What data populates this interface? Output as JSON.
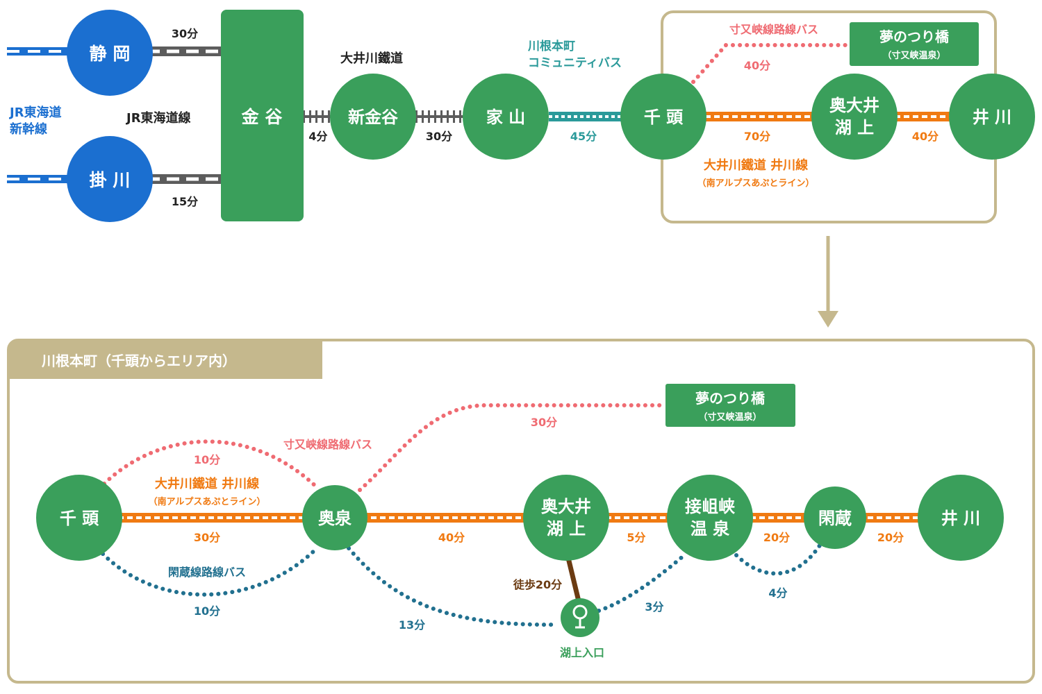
{
  "colors": {
    "green": "#3a9f5b",
    "blue": "#1b6fd0",
    "orange": "#f07a12",
    "teal_bus": "#2b9a9a",
    "pink_bus": "#ef6b72",
    "navy_bus": "#21708f",
    "rail_gray": "#5c5c5c",
    "beige": "#c5b88d",
    "walk": "#6b3b12"
  },
  "top": {
    "stations": {
      "shizuoka": "静 岡",
      "kakegawa": "掛 川",
      "kanaya": "金 谷",
      "shinkanaya": "新金谷",
      "ieyama": "家 山",
      "senzu": "千 頭",
      "okuoi_1": "奥大井",
      "okuoi_2": "湖 上",
      "ikawa": "井 川"
    },
    "lines": {
      "shinkansen_1": "JR東海道",
      "shinkansen_2": "新幹線",
      "tokaido": "JR東海道線",
      "oigawa": "大井川鐵道",
      "community_bus_1": "川根本町",
      "community_bus_2": "コミュニティバス",
      "sumata_bus": "寸又峡線路線バス",
      "ikawa_line_1": "大井川鐵道 井川線",
      "ikawa_line_2": "（南アルプスあぷとライン）"
    },
    "times": {
      "shizuoka_kanaya": "30分",
      "kakegawa_kanaya": "15分",
      "kanaya_shinkanaya": "4分",
      "shinkanaya_ieyama": "30分",
      "ieyama_senzu": "45分",
      "senzu_okuoi": "70分",
      "okuoi_ikawa": "40分",
      "senzu_yume": "40分"
    },
    "yume_1": "夢のつり橋",
    "yume_2": "（寸又峡温泉）"
  },
  "bottom": {
    "title": "川根本町（千頭からエリア内）",
    "stations": {
      "senzu": "千 頭",
      "okuizumi": "奥泉",
      "okuoi_1": "奥大井",
      "okuoi_2": "湖 上",
      "sessokyo_1": "接岨峡",
      "sessokyo_2": "温 泉",
      "kanzo": "閑蔵",
      "ikawa": "井 川",
      "kojo_iriguchi": "湖上入口"
    },
    "lines": {
      "ikawa_line_1": "大井川鐵道 井川線",
      "ikawa_line_2": "（南アルプスあぷとライン）",
      "sumata_bus": "寸又峡線路線バス",
      "kanzo_bus": "閑蔵線路線バス",
      "walk": "徒歩20分"
    },
    "times": {
      "senzu_okuizumi_rail": "30分",
      "okuizumi_okuoi": "40分",
      "okuoi_sessokyo": "5分",
      "sessokyo_kanzo": "20分",
      "kanzo_ikawa": "20分",
      "senzu_okuizumi_bus_pink": "10分",
      "okuizumi_yume": "30分",
      "senzu_okuizumi_bus_navy": "10分",
      "okuizumi_iriguchi": "13分",
      "iriguchi_sessokyo": "3分",
      "sessokyo_kanzo_bus": "4分"
    },
    "yume_1": "夢のつり橋",
    "yume_2": "（寸又峡温泉）"
  }
}
